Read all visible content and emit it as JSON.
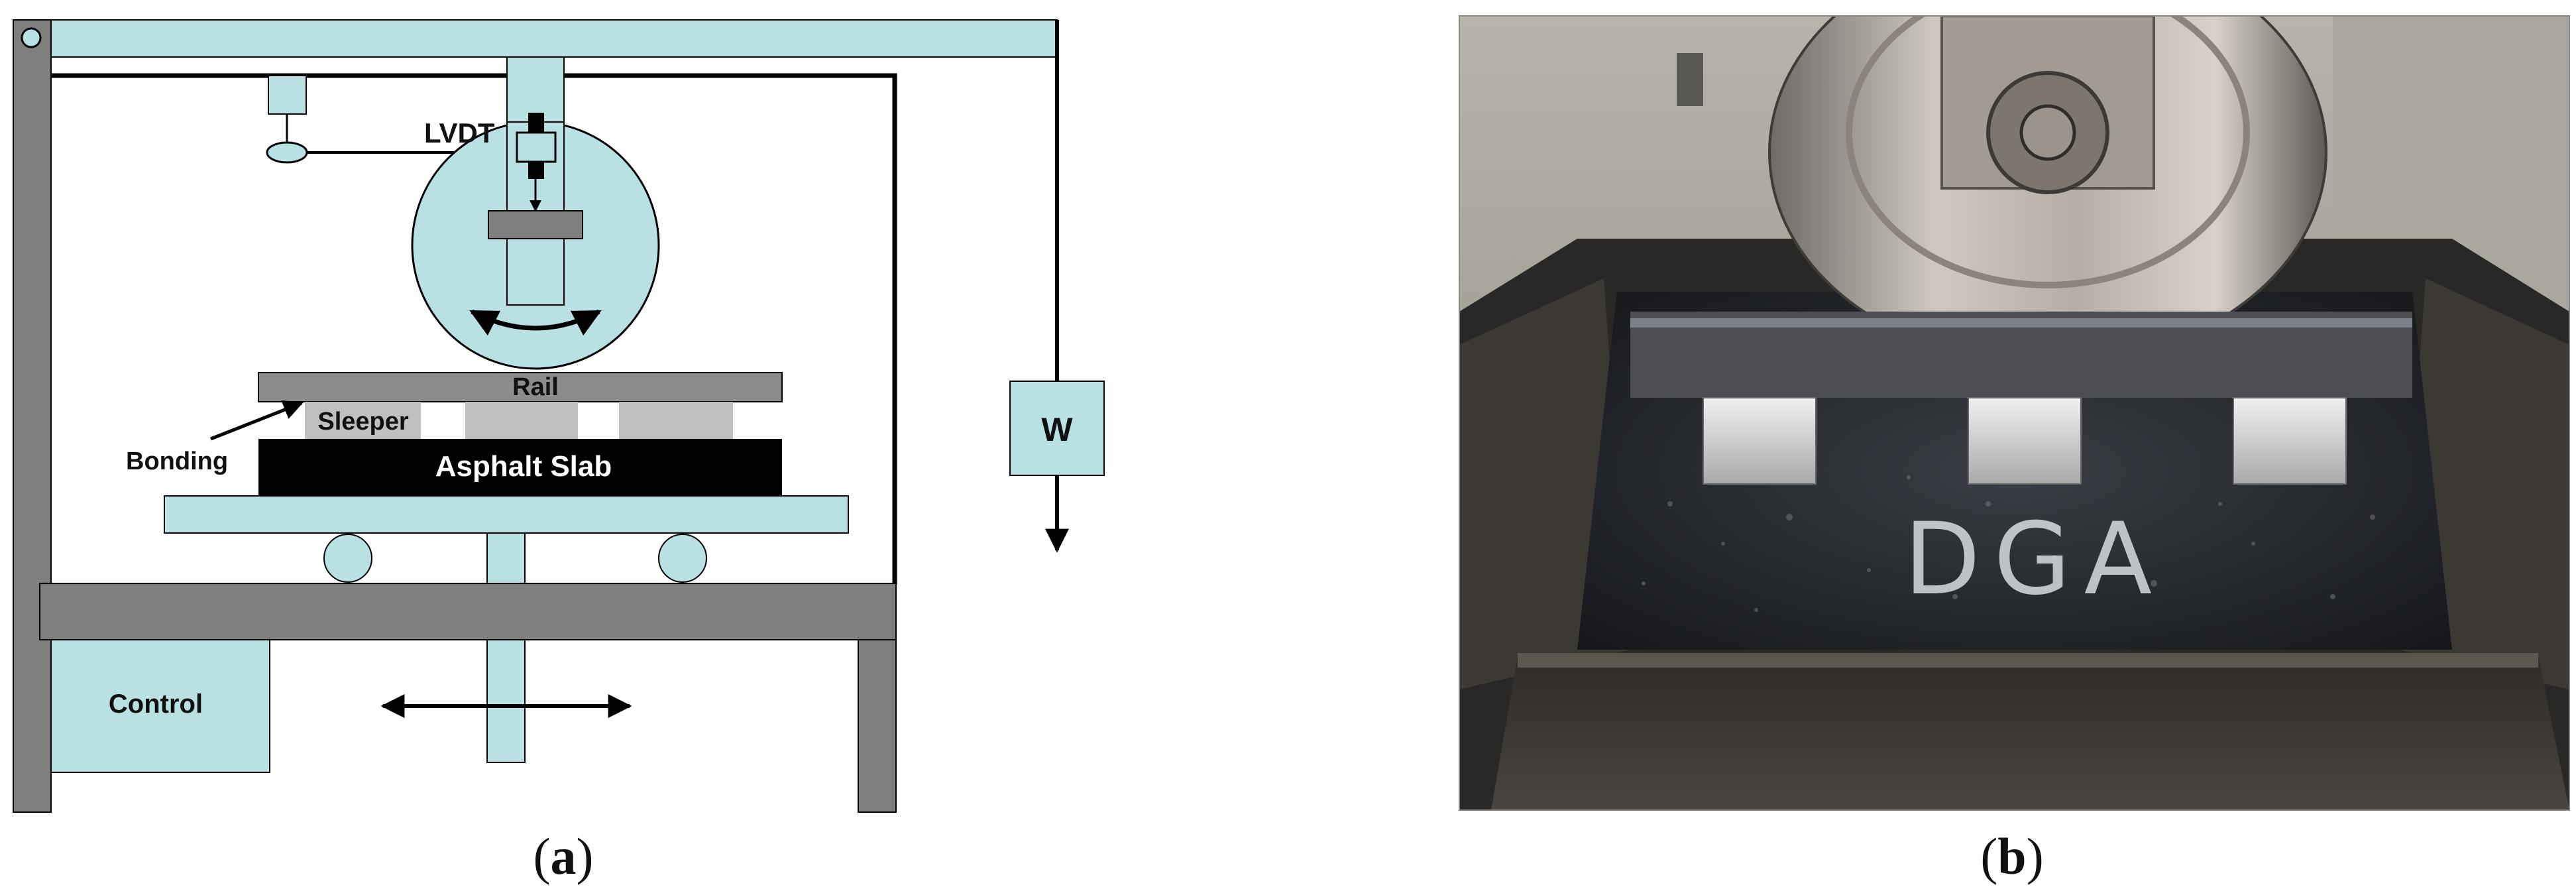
{
  "panel_a": {
    "labels": {
      "lvdt": "LVDT",
      "rail": "Rail",
      "sleeper": "Sleeper",
      "bonding": "Bonding",
      "slab": "Asphalt Slab",
      "weight": "W",
      "control": "Control"
    },
    "caption_open": "(",
    "caption_letter": "a",
    "caption_close": ")"
  },
  "panel_b": {
    "chalk_text": "DGA",
    "caption_open": "(",
    "caption_letter": "b",
    "caption_close": ")"
  },
  "colors": {
    "light_cyan": "#b9e1e3",
    "gray": "#7f7f7f",
    "light_gray": "#c0c0c0",
    "black": "#000000"
  }
}
